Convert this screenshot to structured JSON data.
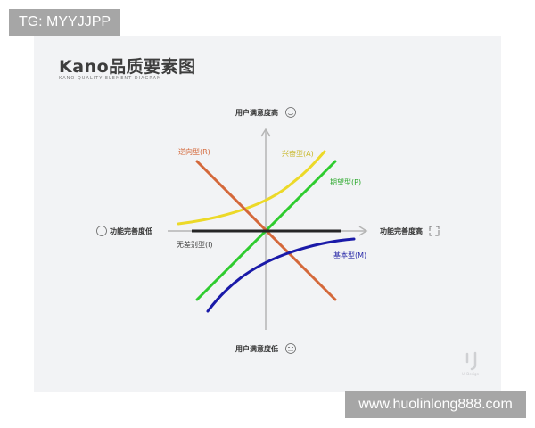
{
  "badge": {
    "text": "TG: MYYJJPP"
  },
  "header": {
    "title": "Kano品质要素图",
    "subtitle": "KANO QUALITY ELEMENT DIAGRAM"
  },
  "axes": {
    "y_top": "用户满意度高",
    "y_bottom": "用户满意度低",
    "x_left": "功能完善度低",
    "x_right": "功能完善度高"
  },
  "curves": {
    "reverse": {
      "label": "逆向型(R)",
      "color": "#d4683a"
    },
    "attractive": {
      "label": "兴奋型(A)",
      "color": "#ecd928"
    },
    "performance": {
      "label": "期望型(P)",
      "color": "#2fcc2f"
    },
    "indifferent": {
      "label": "无差别型(I)",
      "color": "#262626"
    },
    "must_be": {
      "label": "基本型(M)",
      "color": "#1a1aa8"
    }
  },
  "logo": {
    "text": "Ui Design"
  },
  "watermark": {
    "text": "www.huolinlong888.com"
  }
}
